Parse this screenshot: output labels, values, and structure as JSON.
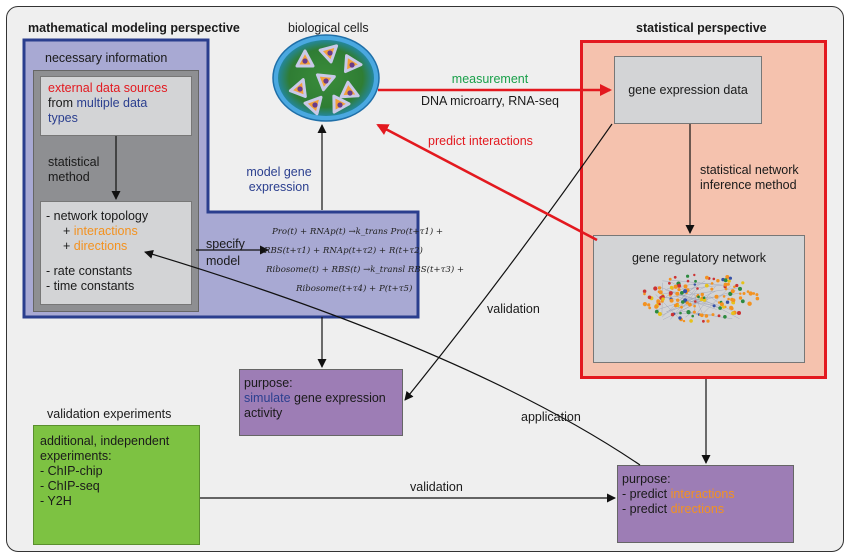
{
  "titles": {
    "math": "mathematical modeling perspective",
    "stat": "statistical perspective",
    "cells": "biological cells",
    "validation_exp": "validation experiments"
  },
  "necessary": {
    "header": "necessary information",
    "src_line1": "external data sources",
    "src_line2_pre": "from ",
    "src_line2_hl": "multiple data",
    "src_line3": "types",
    "method_line1": "statistical",
    "method_line2": "method",
    "topology": "- network topology",
    "plus1_pre": "+ ",
    "plus1_hl": "interactions",
    "plus2_pre": "+ ",
    "plus2_hl": "directions",
    "rate": "- rate constants",
    "time": "- time constants"
  },
  "model_gene": {
    "line1": "model gene",
    "line2": "expression"
  },
  "specify": {
    "line1": "specify",
    "line2": "model"
  },
  "equations": [
    "Pro(t) + RNAp(t) →k_trans Pro(t+τ1) +",
    "RBS(t+τ1) + RNAp(t+τ2) + R(t+τ2)",
    "Ribosome(t) + RBS(t) →k_transl RBS(t+τ3) +",
    "Ribosome(t+τ4) + P(t+τ5)"
  ],
  "measurement": {
    "label": "measurement",
    "sub": "DNA microarry, RNA-seq"
  },
  "predict_interactions": "predict interactions",
  "gene_expr_data": "gene expression data",
  "stat_method": {
    "line1": "statistical network",
    "line2": "inference method"
  },
  "grn": "gene regulatory network",
  "validation_label": "validation",
  "application_label": "application",
  "purpose_sim": {
    "line1": "purpose:",
    "hl": "simulate",
    "rest": " gene expression",
    "line3": "activity"
  },
  "experiments": {
    "line1": "additional, independent",
    "line2": "experiments:",
    "items": [
      "- ChIP-chip",
      "- ChIP-seq",
      "- Y2H"
    ]
  },
  "validation_bottom": "validation",
  "purpose_pred": {
    "line1": "purpose:",
    "line2_pre": "- predict ",
    "line2_hl": "interactions",
    "line3_pre": "- predict ",
    "line3_hl": "directions"
  },
  "colors": {
    "frame_bg": "#efefef",
    "math_panel": "#a8a9d3",
    "math_border": "#2a3e8e",
    "stat_panel": "#f5c2ae",
    "stat_border": "#e3191f",
    "gray_box": "#d3d4d6",
    "dark_gray": "#8e8f92",
    "purple": "#9d7db5",
    "green": "#7dc242",
    "accent_orange": "#f39220",
    "accent_red": "#e3191f",
    "accent_green": "#1aa04a"
  }
}
